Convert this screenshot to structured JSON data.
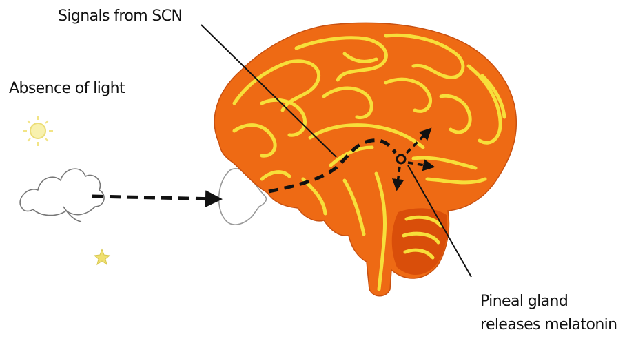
{
  "labels": {
    "signals": "Signals from SCN",
    "absence": "Absence of light",
    "pineal_line1": "Pineal gland",
    "pineal_line2": "releases melatonin"
  },
  "colors": {
    "brain_fill": "#ee6a14",
    "brain_dark": "#d94e0a",
    "brain_folds": "#f7df3a",
    "arrows": "#111111",
    "sketch": "#777777",
    "stars": "#f0e070"
  },
  "icons": [
    "cloud-icon",
    "sun-icon",
    "star-icon",
    "eye-icon",
    "brain-illustration",
    "pineal-gland-marker"
  ]
}
